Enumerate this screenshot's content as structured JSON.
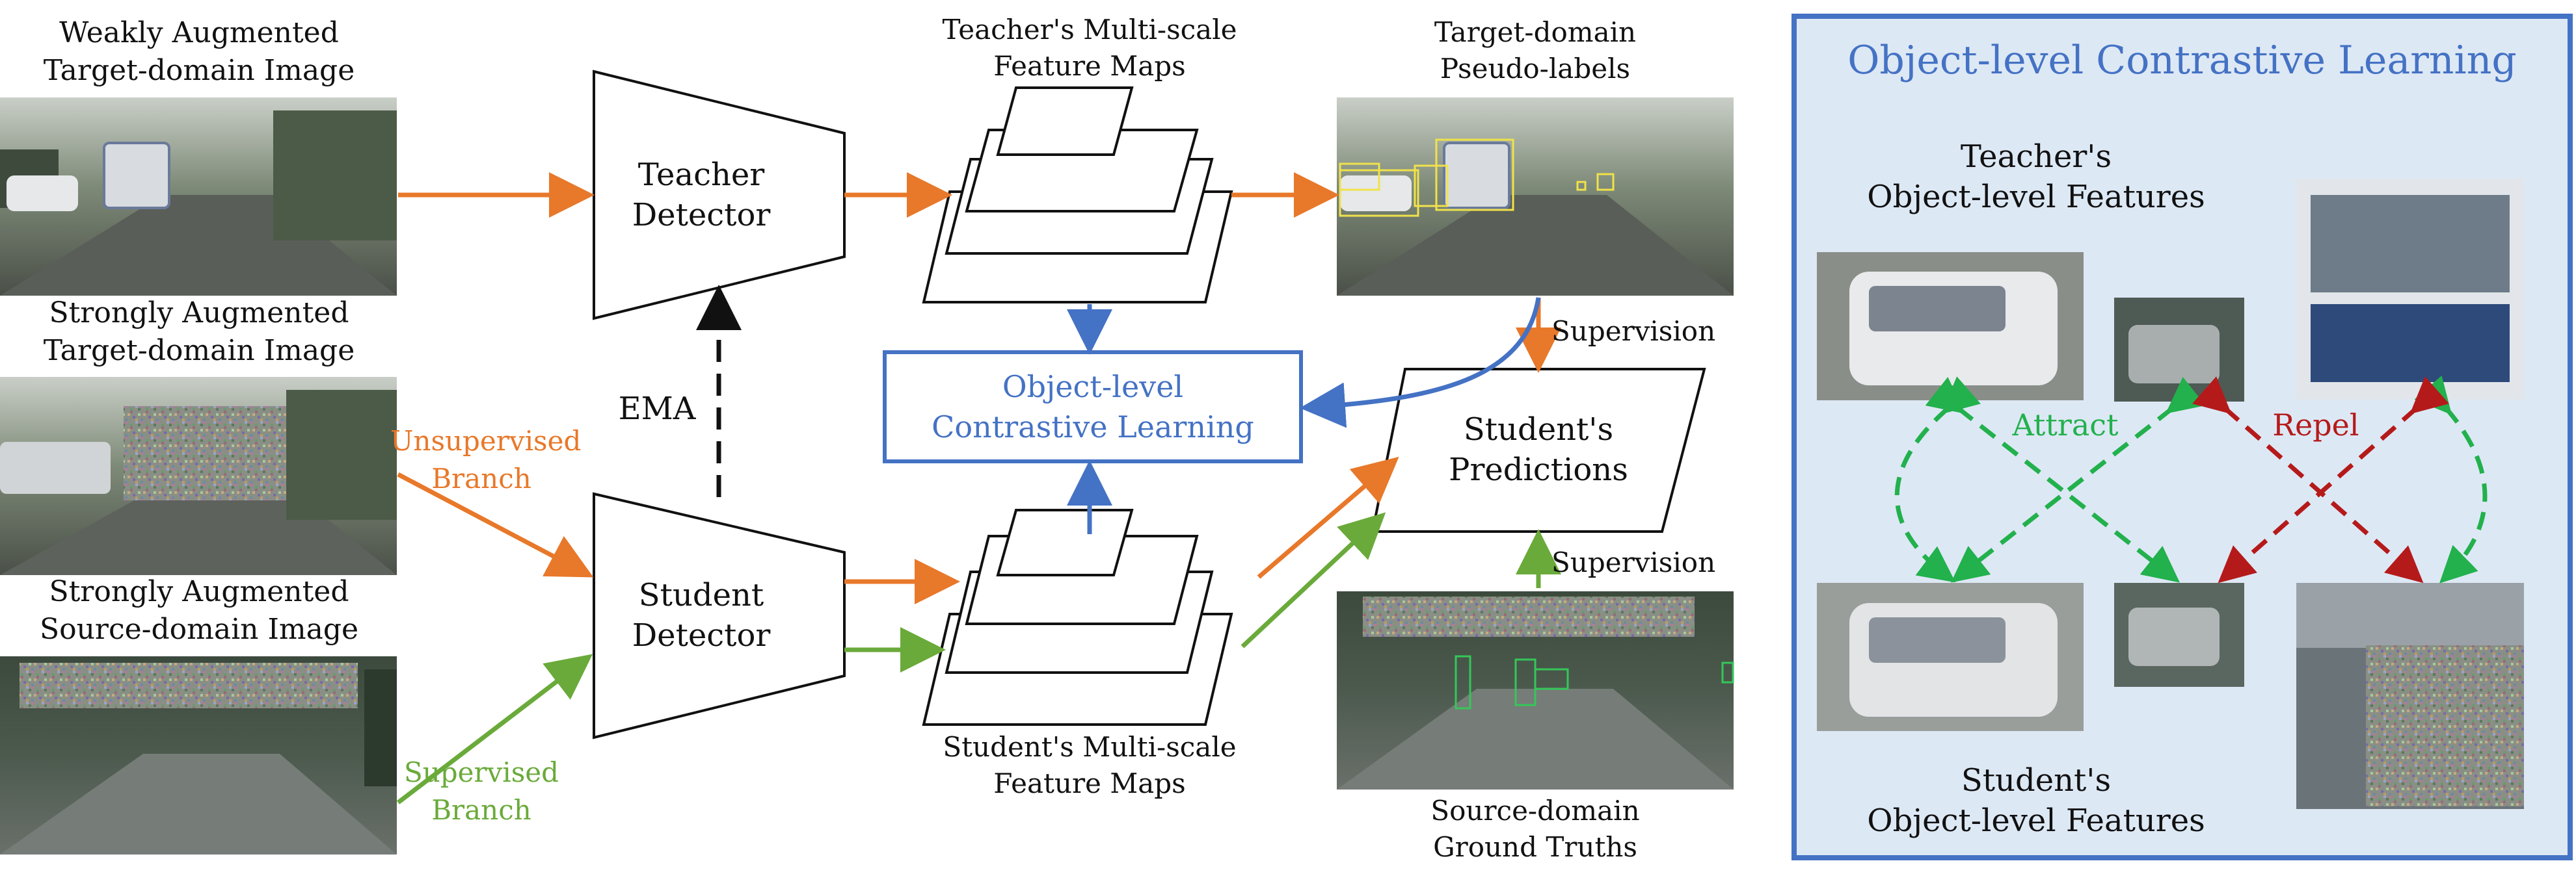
{
  "labels": {
    "weak_target": [
      "Weakly Augmented",
      "Target-domain Image"
    ],
    "strong_target": [
      "Strongly Augmented",
      "Target-domain Image"
    ],
    "strong_source": [
      "Strongly Augmented",
      "Source-domain Image"
    ],
    "teacher_detector": [
      "Teacher",
      "Detector"
    ],
    "student_detector": [
      "Student",
      "Detector"
    ],
    "ema": "EMA",
    "unsup_branch": [
      "Unsupervised",
      "Branch"
    ],
    "sup_branch": [
      "Supervised",
      "Branch"
    ],
    "teacher_maps": [
      "Teacher's Multi-scale",
      "Feature Maps"
    ],
    "student_maps": [
      "Student's Multi-scale",
      "Feature Maps"
    ],
    "olcl_box": [
      "Object-level",
      "Contrastive Learning"
    ],
    "pseudo_labels": [
      "Target-domain",
      "Pseudo-labels"
    ],
    "supervision_top": "Supervision",
    "supervision_bottom": "Supervision",
    "student_preds": [
      "Student's",
      "Predictions"
    ],
    "source_gt": [
      "Source-domain",
      "Ground Truths"
    ]
  },
  "panel": {
    "title": "Object-level Contrastive Learning",
    "teacher_feats": [
      "Teacher's",
      "Object-level Features"
    ],
    "student_feats": [
      "Student's",
      "Object-level Features"
    ],
    "attract": "Attract",
    "repel": "Repel"
  },
  "colors": {
    "orange": "#e8782a",
    "green": "#6aaa3a",
    "blue": "#4472c4",
    "attract_green": "#22b14c",
    "repel_red": "#b51a1a",
    "panel_bg": "#dde8f5"
  }
}
